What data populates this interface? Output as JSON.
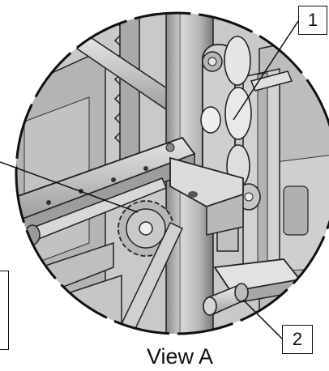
{
  "view_label": "View A",
  "callouts": [
    {
      "number": "1"
    },
    {
      "number": "2"
    }
  ]
}
